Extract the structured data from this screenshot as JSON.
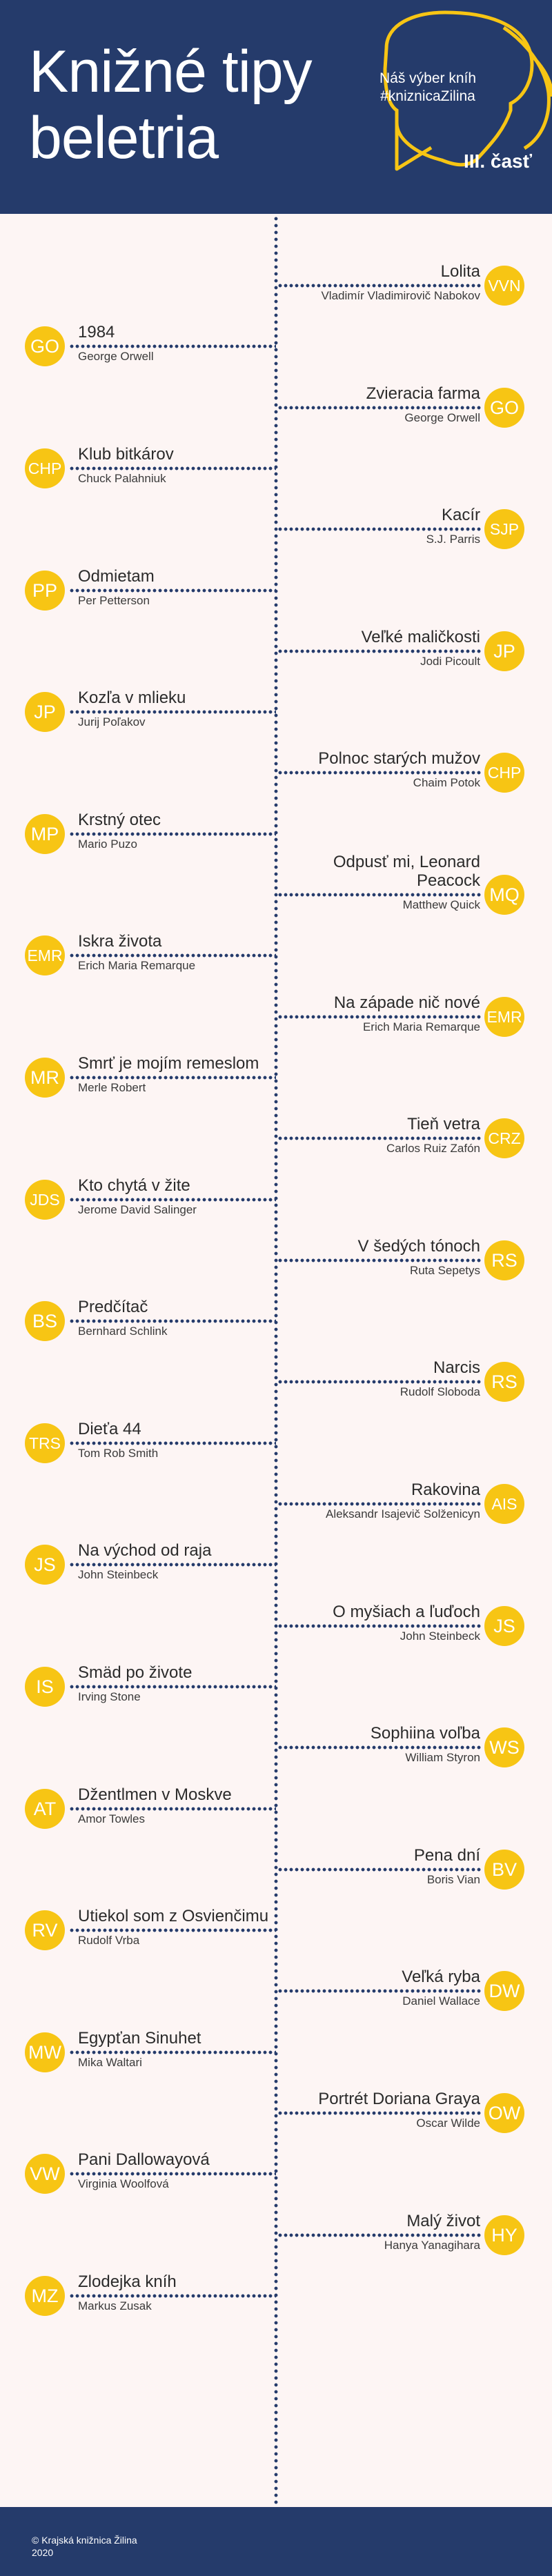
{
  "header": {
    "title_line1": "Knižné tipy",
    "title_line2": "beletria",
    "bubble_line1": "Náš výber kníh",
    "bubble_line2": "#kniznicaZilina",
    "part": "III. časť"
  },
  "entries": [
    {
      "side": "right",
      "title": "Lolita",
      "author": "Vladimír Vladimirovič Nabokov",
      "initials": "VVN"
    },
    {
      "side": "left",
      "title": "1984",
      "author": "George Orwell",
      "initials": "GO"
    },
    {
      "side": "right",
      "title": "Zvieracia farma",
      "author": "George Orwell",
      "initials": "GO"
    },
    {
      "side": "left",
      "title": "Klub bitkárov",
      "author": "Chuck Palahniuk",
      "initials": "CHP"
    },
    {
      "side": "right",
      "title": "Kacír",
      "author": "S.J. Parris",
      "initials": "SJP"
    },
    {
      "side": "left",
      "title": "Odmietam",
      "author": "Per Petterson",
      "initials": "PP"
    },
    {
      "side": "right",
      "title": "Veľké maličkosti",
      "author": "Jodi Picoult",
      "initials": "JP"
    },
    {
      "side": "left",
      "title": "Kozľa v mlieku",
      "author": "Jurij Poľakov",
      "initials": "JP"
    },
    {
      "side": "right",
      "title": "Polnoc starých mužov",
      "author": "Chaim Potok",
      "initials": "CHP"
    },
    {
      "side": "left",
      "title": "Krstný otec",
      "author": "Mario Puzo",
      "initials": "MP"
    },
    {
      "side": "right",
      "title": "Odpusť mi, Leonard Peacock",
      "author": "Matthew Quick",
      "initials": "MQ"
    },
    {
      "side": "left",
      "title": "Iskra života",
      "author": "Erich Maria Remarque",
      "initials": "EMR"
    },
    {
      "side": "right",
      "title": "Na západe nič nové",
      "author": "Erich Maria Remarque",
      "initials": "EMR"
    },
    {
      "side": "left",
      "title": "Smrť je mojím remeslom",
      "author": "Merle Robert",
      "initials": "MR"
    },
    {
      "side": "right",
      "title": "Tieň vetra",
      "author": "Carlos Ruiz Zafón",
      "initials": "CRZ"
    },
    {
      "side": "left",
      "title": "Kto chytá v žite",
      "author": "Jerome David Salinger",
      "initials": "JDS"
    },
    {
      "side": "right",
      "title": "V šedých tónoch",
      "author": "Ruta Sepetys",
      "initials": "RS"
    },
    {
      "side": "left",
      "title": "Predčítač",
      "author": "Bernhard Schlink",
      "initials": "BS"
    },
    {
      "side": "right",
      "title": "Narcis",
      "author": "Rudolf Sloboda",
      "initials": "RS"
    },
    {
      "side": "left",
      "title": "Dieťa 44",
      "author": "Tom Rob Smith",
      "initials": "TRS"
    },
    {
      "side": "right",
      "title": "Rakovina",
      "author": "Aleksandr Isajevič Solženicyn",
      "initials": "AIS"
    },
    {
      "side": "left",
      "title": "Na východ od raja",
      "author": "John Steinbeck",
      "initials": "JS"
    },
    {
      "side": "right",
      "title": "O myšiach a ľuďoch",
      "author": "John Steinbeck",
      "initials": "JS"
    },
    {
      "side": "left",
      "title": "Smäd po živote",
      "author": "Irving Stone",
      "initials": "IS"
    },
    {
      "side": "right",
      "title": "Sophiina voľba",
      "author": "William Styron",
      "initials": "WS"
    },
    {
      "side": "left",
      "title": "Džentlmen v Moskve",
      "author": "Amor Towles",
      "initials": "AT"
    },
    {
      "side": "right",
      "title": "Pena dní",
      "author": "Boris Vian",
      "initials": "BV"
    },
    {
      "side": "left",
      "title": "Utiekol som z Osvienčimu",
      "author": "Rudolf Vrba",
      "initials": "RV"
    },
    {
      "side": "right",
      "title": "Veľká ryba",
      "author": "Daniel Wallace",
      "initials": "DW"
    },
    {
      "side": "left",
      "title": "Egypťan Sinuhet",
      "author": "Mika Waltari",
      "initials": "MW"
    },
    {
      "side": "right",
      "title": "Portrét Doriana Graya",
      "author": "Oscar Wilde",
      "initials": "OW"
    },
    {
      "side": "left",
      "title": "Pani Dallowayová",
      "author": "Virginia Woolfová",
      "initials": "VW"
    },
    {
      "side": "right",
      "title": "Malý život",
      "author": "Hanya Yanagihara",
      "initials": "HY"
    },
    {
      "side": "left",
      "title": "Zlodejka kníh",
      "author": "Markus Zusak",
      "initials": "MZ"
    }
  ],
  "footer": {
    "line1": "© Krajská knižnica Žilina",
    "line2": "2020"
  },
  "colors": {
    "navy": "#253b6b",
    "accent_yellow": "#f7c514",
    "background": "#fdf5f4"
  }
}
